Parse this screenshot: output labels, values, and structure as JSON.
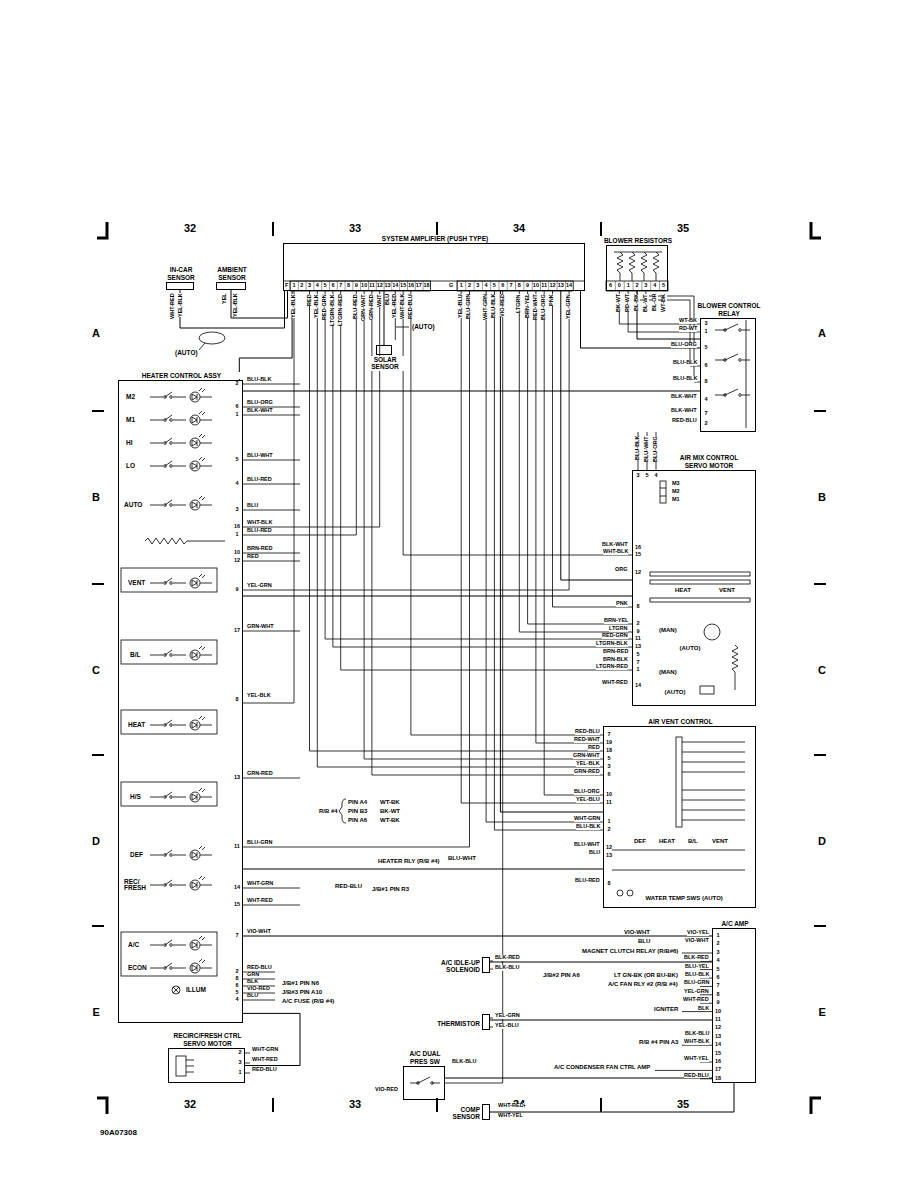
{
  "diagram": {
    "nodes": [
      {
        "text": [
          "SYSTEM AMPLIFIER (PUSH TYPE)"
        ]
      },
      {
        "text": [
          "BLOWER RESISTORS"
        ]
      },
      {
        "text": [
          "IN-CAR SENSOR"
        ]
      },
      {
        "text": [
          "AMBIENT SENSOR"
        ]
      },
      {
        "text": [
          "BLOWER CONTROL RELAY"
        ]
      },
      {
        "text": [
          "SOLAR SENSOR"
        ]
      },
      {
        "text": [
          "HEATER CONTROL ASSY"
        ]
      },
      {
        "text": [
          "AIR MIX CONTROL SERVO MOTOR"
        ]
      },
      {
        "text": [
          "AIR VENT CONTROL"
        ]
      },
      {
        "text": [
          "A/C IDLE-UP SOLENOID"
        ]
      },
      {
        "text": [
          "THERMISTOR"
        ]
      },
      {
        "text": [
          "A/C AMP"
        ]
      },
      {
        "text": [
          "A/C DUAL PRES SW"
        ]
      },
      {
        "text": [
          "COMP SENSOR"
        ]
      },
      {
        "text": [
          "RECIRC/FRESH CTRL SERVO MOTOR"
        ]
      }
    ],
    "edges": [
      {
        "from": 0,
        "to": 6,
        "arrow": "none"
      },
      {
        "from": 0,
        "to": 4,
        "arrow": "none"
      },
      {
        "from": 1,
        "to": 4,
        "arrow": "none"
      },
      {
        "from": 0,
        "to": 7,
        "arrow": "none"
      },
      {
        "from": 0,
        "to": 8,
        "arrow": "none"
      },
      {
        "from": 6,
        "to": 7,
        "arrow": "none"
      },
      {
        "from": 6,
        "to": 8,
        "arrow": "none"
      },
      {
        "from": 6,
        "to": 11,
        "arrow": "none"
      },
      {
        "from": 9,
        "to": 11,
        "arrow": "none"
      },
      {
        "from": 10,
        "to": 11,
        "arrow": "none"
      },
      {
        "from": 13,
        "to": 11,
        "arrow": "none"
      },
      {
        "from": 12,
        "to": 11,
        "arrow": "none"
      },
      {
        "from": 14,
        "to": 6,
        "arrow": "none"
      },
      {
        "from": 2,
        "to": 0,
        "arrow": "none"
      },
      {
        "from": 3,
        "to": 0,
        "arrow": "none"
      },
      {
        "from": 5,
        "to": 0,
        "arrow": "none"
      },
      {
        "from": 6,
        "to": 4,
        "arrow": "none"
      }
    ],
    "labels": [
      "32",
      "33",
      "34",
      "35",
      "32",
      "33",
      "34",
      "35",
      "A",
      "B",
      "C",
      "D",
      "E",
      "A",
      "B",
      "C",
      "D",
      "E",
      "F",
      "1",
      "2",
      "3",
      "4",
      "5",
      "6",
      "7",
      "8",
      "9",
      "10",
      "11",
      "12",
      "13",
      "14",
      "15",
      "16",
      "17",
      "18",
      "G",
      "1",
      "2",
      "3",
      "4",
      "5",
      "6",
      "7",
      "8",
      "9",
      "10",
      "11",
      "12",
      "13",
      "14",
      "YEL-BLK",
      "RED",
      "YEL-BLK",
      "RED-GRN",
      "LTGRN-BLK",
      "LTGRN-RED",
      "BLU-RED",
      "GRN-WHT",
      "GRN-RED",
      "WHT",
      "BLU",
      "YEL-RED",
      "WHT-BLK",
      "RED-BLU",
      "YEL-BLU",
      "BLU-GRN",
      "WHT-GRN",
      "BLU-BLK",
      "VIO-RED",
      "LTGRN",
      "BRN-YEL",
      "RED-WHT",
      "BLU-ORG",
      "PNK",
      "YEL-GRN",
      "6",
      "0",
      "1",
      "2",
      "3",
      "4",
      "5",
      "BK-WT",
      "RD-WT",
      "BL-BK",
      "BL-WT",
      "BL-OR",
      "WT-BK",
      "3",
      "1",
      "5",
      "6",
      "8",
      "4",
      "7",
      "2",
      "WT-BK",
      "RD-WT",
      "BLU-ORG",
      "BLU-BLK",
      "BLU-BLK",
      "BLK-WHT",
      "BLK-WHT",
      "RED-BLU",
      "2",
      "6",
      "1",
      "5",
      "4",
      "3",
      "16",
      "1",
      "10",
      "12",
      "9",
      "17",
      "8",
      "13",
      "11",
      "14",
      "15",
      "7",
      "2",
      "8",
      "6",
      "5",
      "4",
      "BLU-BLK",
      "BLU-ORG",
      "BLK-WHT",
      "BLU-WHT",
      "BLU-RED",
      "BLU",
      "WHT-BLK",
      "BLU-RED",
      "BRN-RED",
      "RED",
      "YEL-GRN",
      "GRN-WHT",
      "YEL-BLK",
      "GRN-RED",
      "BLU-GRN",
      "WHT-GRN",
      "WHT-RED",
      "VIO-WHT",
      "RED-BLU",
      "GRN",
      "BLK",
      "VIO-RED",
      "BLU",
      "M2",
      "M1",
      "HI",
      "LO",
      "AUTO",
      "VENT",
      "B/L",
      "HEAT",
      "H/S",
      "DEF",
      "REC/ FRESH",
      "A/C",
      "ECON",
      "ILLUM",
      "3",
      "5",
      "4",
      "BLU-BLK",
      "BLU-WHT",
      "BLU-ORG",
      "M3",
      "M2",
      "M1",
      "16",
      "15",
      "12",
      "8",
      "2",
      "9",
      "11",
      "13",
      "5",
      "7",
      "1",
      "14",
      "BLK-WHT",
      "WHT-BLK",
      "ORG",
      "PNK",
      "BRN-YEL",
      "LTGRN",
      "RED-GRN",
      "LTGRN-BLK",
      "BRN-RED",
      "BRN-BLK",
      "LTGRN-RED",
      "WHT-RED",
      "HEAT",
      "VENT",
      "(MAN)",
      "(AUTO)",
      "(MAN)",
      "(AUTO)",
      "7",
      "19",
      "18",
      "5",
      "3",
      "6",
      "10",
      "11",
      "1",
      "2",
      "12",
      "13",
      "8",
      "RED-BLU",
      "RED-WHT",
      "RED",
      "GRN-WHT",
      "YEL-BLK",
      "GRN-RED",
      "BLU-ORG",
      "YEL-BLU",
      "WHT-GRN",
      "BLU-BLK",
      "BLU-WHT",
      "BLU",
      "BLU-RED",
      "DEF",
      "HEAT",
      "B/L",
      "VENT",
      "WATER TEMP SWS (AUTO)",
      "1",
      "2",
      "3",
      "4",
      "5",
      "6",
      "7",
      "8",
      "9",
      "10",
      "11",
      "12",
      "13",
      "14",
      "15",
      "16",
      "17",
      "18",
      "VIO-YEL",
      "VIO-WHT",
      "BLK-RED",
      "BLU-YEL",
      "BLU-BLK",
      "BLU-GRN",
      "YEL-GRN",
      "WHT-RED",
      "BLK",
      "BLK-BLU",
      "WHT-BLK",
      "WHT-YEL",
      "RED-BLU",
      "MAGNET CLUTCH RELAY (R/B#6)",
      "J/B#2 PIN A6",
      "LT GN-BK (OR BU-BK)",
      "A/C FAN RLY #2 (R/B #4)",
      "IGNITER",
      "R/B #4 PIN A3",
      "A/C CONDENSER FAN CTRL AMP",
      "VIO-WHT",
      "BLU",
      "R/B #4",
      "PIN A4",
      "PIN B3",
      "PIN A6",
      "WT-BK",
      "BK-WT",
      "WT-BK",
      "HEATER RLY (R/B #4)",
      "BLU-WHT",
      "RED-BLU",
      "J/B#1 PIN R3",
      "J/B#1 PIN N6",
      "J/B#3 PIN A10",
      "A/C FUSE (R/B #4)",
      "BLK-RED",
      "BLK-BLU",
      "YEL-GRN",
      "YEL-BLU",
      "BLK-BLU",
      "VIO-RED",
      "WHT-RED",
      "WHT-YEL",
      "2",
      "3",
      "1",
      "WHT-GRN",
      "WHT-RED",
      "RED-BLU",
      "(AUTO)",
      "(AUTO)",
      "WHT-RED",
      "YEL-BLK",
      "YEL",
      "YEL-BLK",
      "90A07308"
    ]
  }
}
